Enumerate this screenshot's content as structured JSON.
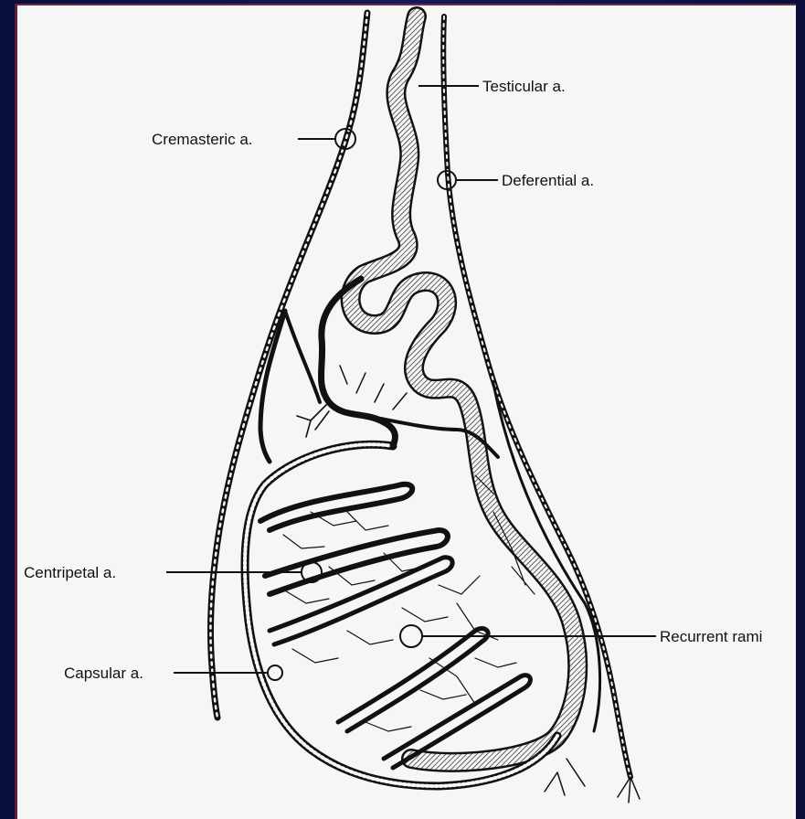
{
  "labels": {
    "testicular": "Testicular a.",
    "cremasteric": "Cremasteric a.",
    "deferential": "Deferential a.",
    "centripetal": "Centripetal a.",
    "recurrent": "Recurrent rami",
    "capsular": "Capsular a."
  },
  "colors": {
    "background": "#0d1140",
    "paper": "#f6f6f4",
    "ink": "#111111"
  }
}
